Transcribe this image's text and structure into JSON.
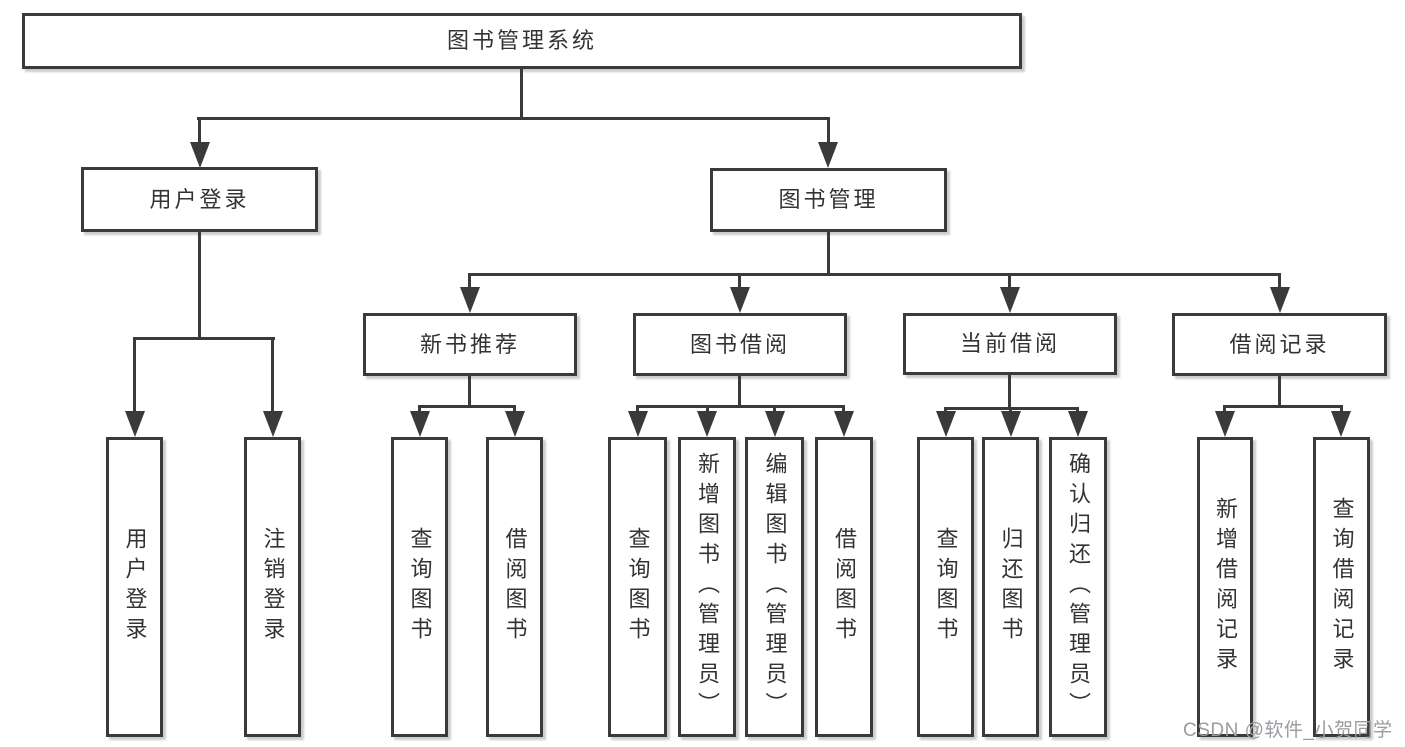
{
  "tree": {
    "label": "图书管理系统",
    "children": [
      {
        "label": "用户登录",
        "children": [
          {
            "label": "用户登录"
          },
          {
            "label": "注销登录"
          }
        ]
      },
      {
        "label": "图书管理",
        "children": [
          {
            "label": "新书推荐",
            "children": [
              {
                "label": "查询图书"
              },
              {
                "label": "借阅图书"
              }
            ]
          },
          {
            "label": "图书借阅",
            "children": [
              {
                "label": "查询图书"
              },
              {
                "label": "新增图书（管理员）"
              },
              {
                "label": "编辑图书（管理员）"
              },
              {
                "label": "借阅图书"
              }
            ]
          },
          {
            "label": "当前借阅",
            "children": [
              {
                "label": "查询图书"
              },
              {
                "label": "归还图书"
              },
              {
                "label": "确认归还（管理员）"
              }
            ]
          },
          {
            "label": "借阅记录",
            "children": [
              {
                "label": "新增借阅记录"
              },
              {
                "label": "查询借阅记录"
              }
            ]
          }
        ]
      }
    ]
  },
  "watermark": "CSDN @软件_小贺同学",
  "colors": {
    "line": "#3a3a3a",
    "text": "#333333",
    "watermark": "#9b9ba1",
    "background": "#ffffff"
  }
}
